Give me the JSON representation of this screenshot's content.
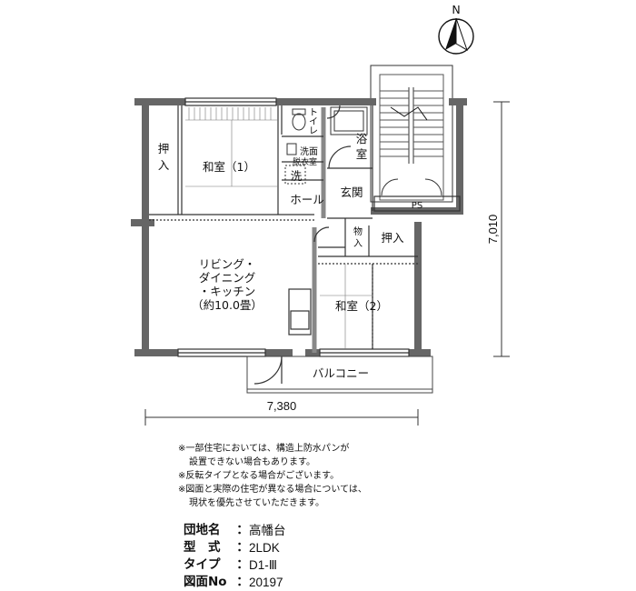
{
  "compass": {
    "label": "N"
  },
  "rooms": {
    "oshiire_1": [
      "押",
      "入"
    ],
    "washitsu_1": "和室（1）",
    "toilet": [
      "ト",
      "イ",
      "レ"
    ],
    "senmen": [
      "洗面",
      "脱衣室"
    ],
    "sentaku": "洗",
    "yokushitsu": [
      "浴",
      "室"
    ],
    "hall": "ホール",
    "genkan": "玄関",
    "ps": "PS",
    "monoire": [
      "物",
      "入"
    ],
    "oshiire_2": "押入",
    "ldk": [
      "リビング・",
      "ダイニング",
      "・キッチン",
      "（約10.0畳）"
    ],
    "washitsu_2": "和室（2）",
    "balcony": "バルコニー"
  },
  "dimensions": {
    "width": "7,380",
    "height": "7,010"
  },
  "notes": [
    "※一部住宅においては、構造上防水パンが",
    "設置できない場合もあります。",
    "※反転タイプとなる場合がございます。",
    "※図面と実際の住宅が異なる場合については、",
    "現状を優先させていただきます。"
  ],
  "info": [
    {
      "key": "団地名",
      "value": "高幡台"
    },
    {
      "key": "型　式",
      "value": "2LDK"
    },
    {
      "key": "タイプ",
      "value": "D1-Ⅲ"
    },
    {
      "key": "図面No",
      "value": "20197"
    }
  ]
}
